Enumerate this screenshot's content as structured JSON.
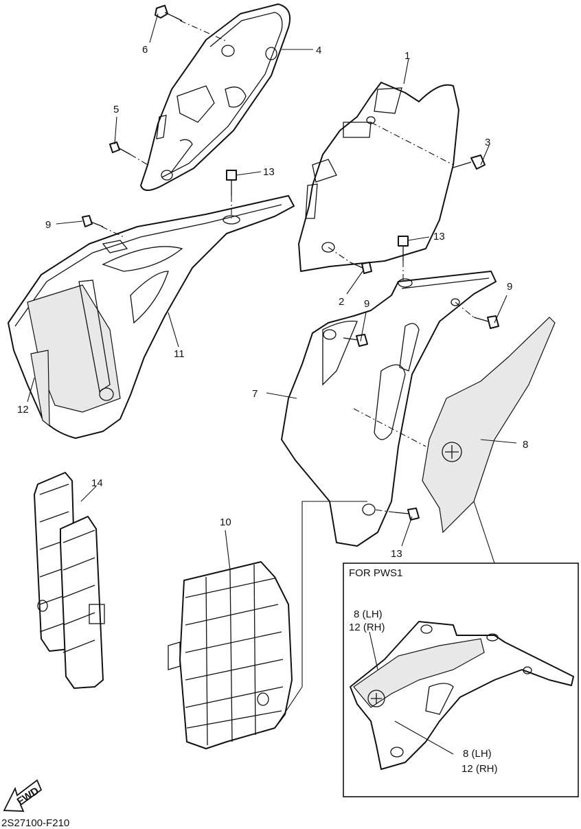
{
  "callouts": [
    {
      "id": "c1",
      "text": "1"
    },
    {
      "id": "c2",
      "text": "2"
    },
    {
      "id": "c3",
      "text": "3"
    },
    {
      "id": "c4",
      "text": "4"
    },
    {
      "id": "c5",
      "text": "5"
    },
    {
      "id": "c6",
      "text": "6"
    },
    {
      "id": "c7",
      "text": "7"
    },
    {
      "id": "c8",
      "text": "8"
    },
    {
      "id": "c9a",
      "text": "9"
    },
    {
      "id": "c9b",
      "text": "9"
    },
    {
      "id": "c9c",
      "text": "9"
    },
    {
      "id": "c10",
      "text": "10"
    },
    {
      "id": "c11",
      "text": "11"
    },
    {
      "id": "c12",
      "text": "12"
    },
    {
      "id": "c13a",
      "text": "13"
    },
    {
      "id": "c13b",
      "text": "13"
    },
    {
      "id": "c13c",
      "text": "13"
    },
    {
      "id": "c14",
      "text": "14"
    }
  ],
  "inset": {
    "title": "FOR PWS1",
    "label_a_line1": "8  (LH)",
    "label_a_line2": "12 (RH)",
    "label_b_line1": "8  (LH)",
    "label_b_line2": "12 (RH)"
  },
  "fwd_text": "FWD",
  "diagram_code": "2S27100-F210"
}
